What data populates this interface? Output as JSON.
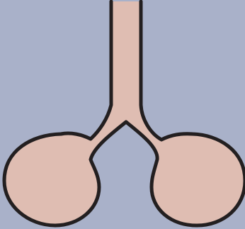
{
  "diagram": {
    "colors": {
      "background": "#a9b1c9",
      "fill": "#dfbdb2",
      "stroke": "#231f20"
    },
    "parts": [
      "trachea",
      "left-bronchus-lung",
      "right-bronchus-lung"
    ]
  }
}
